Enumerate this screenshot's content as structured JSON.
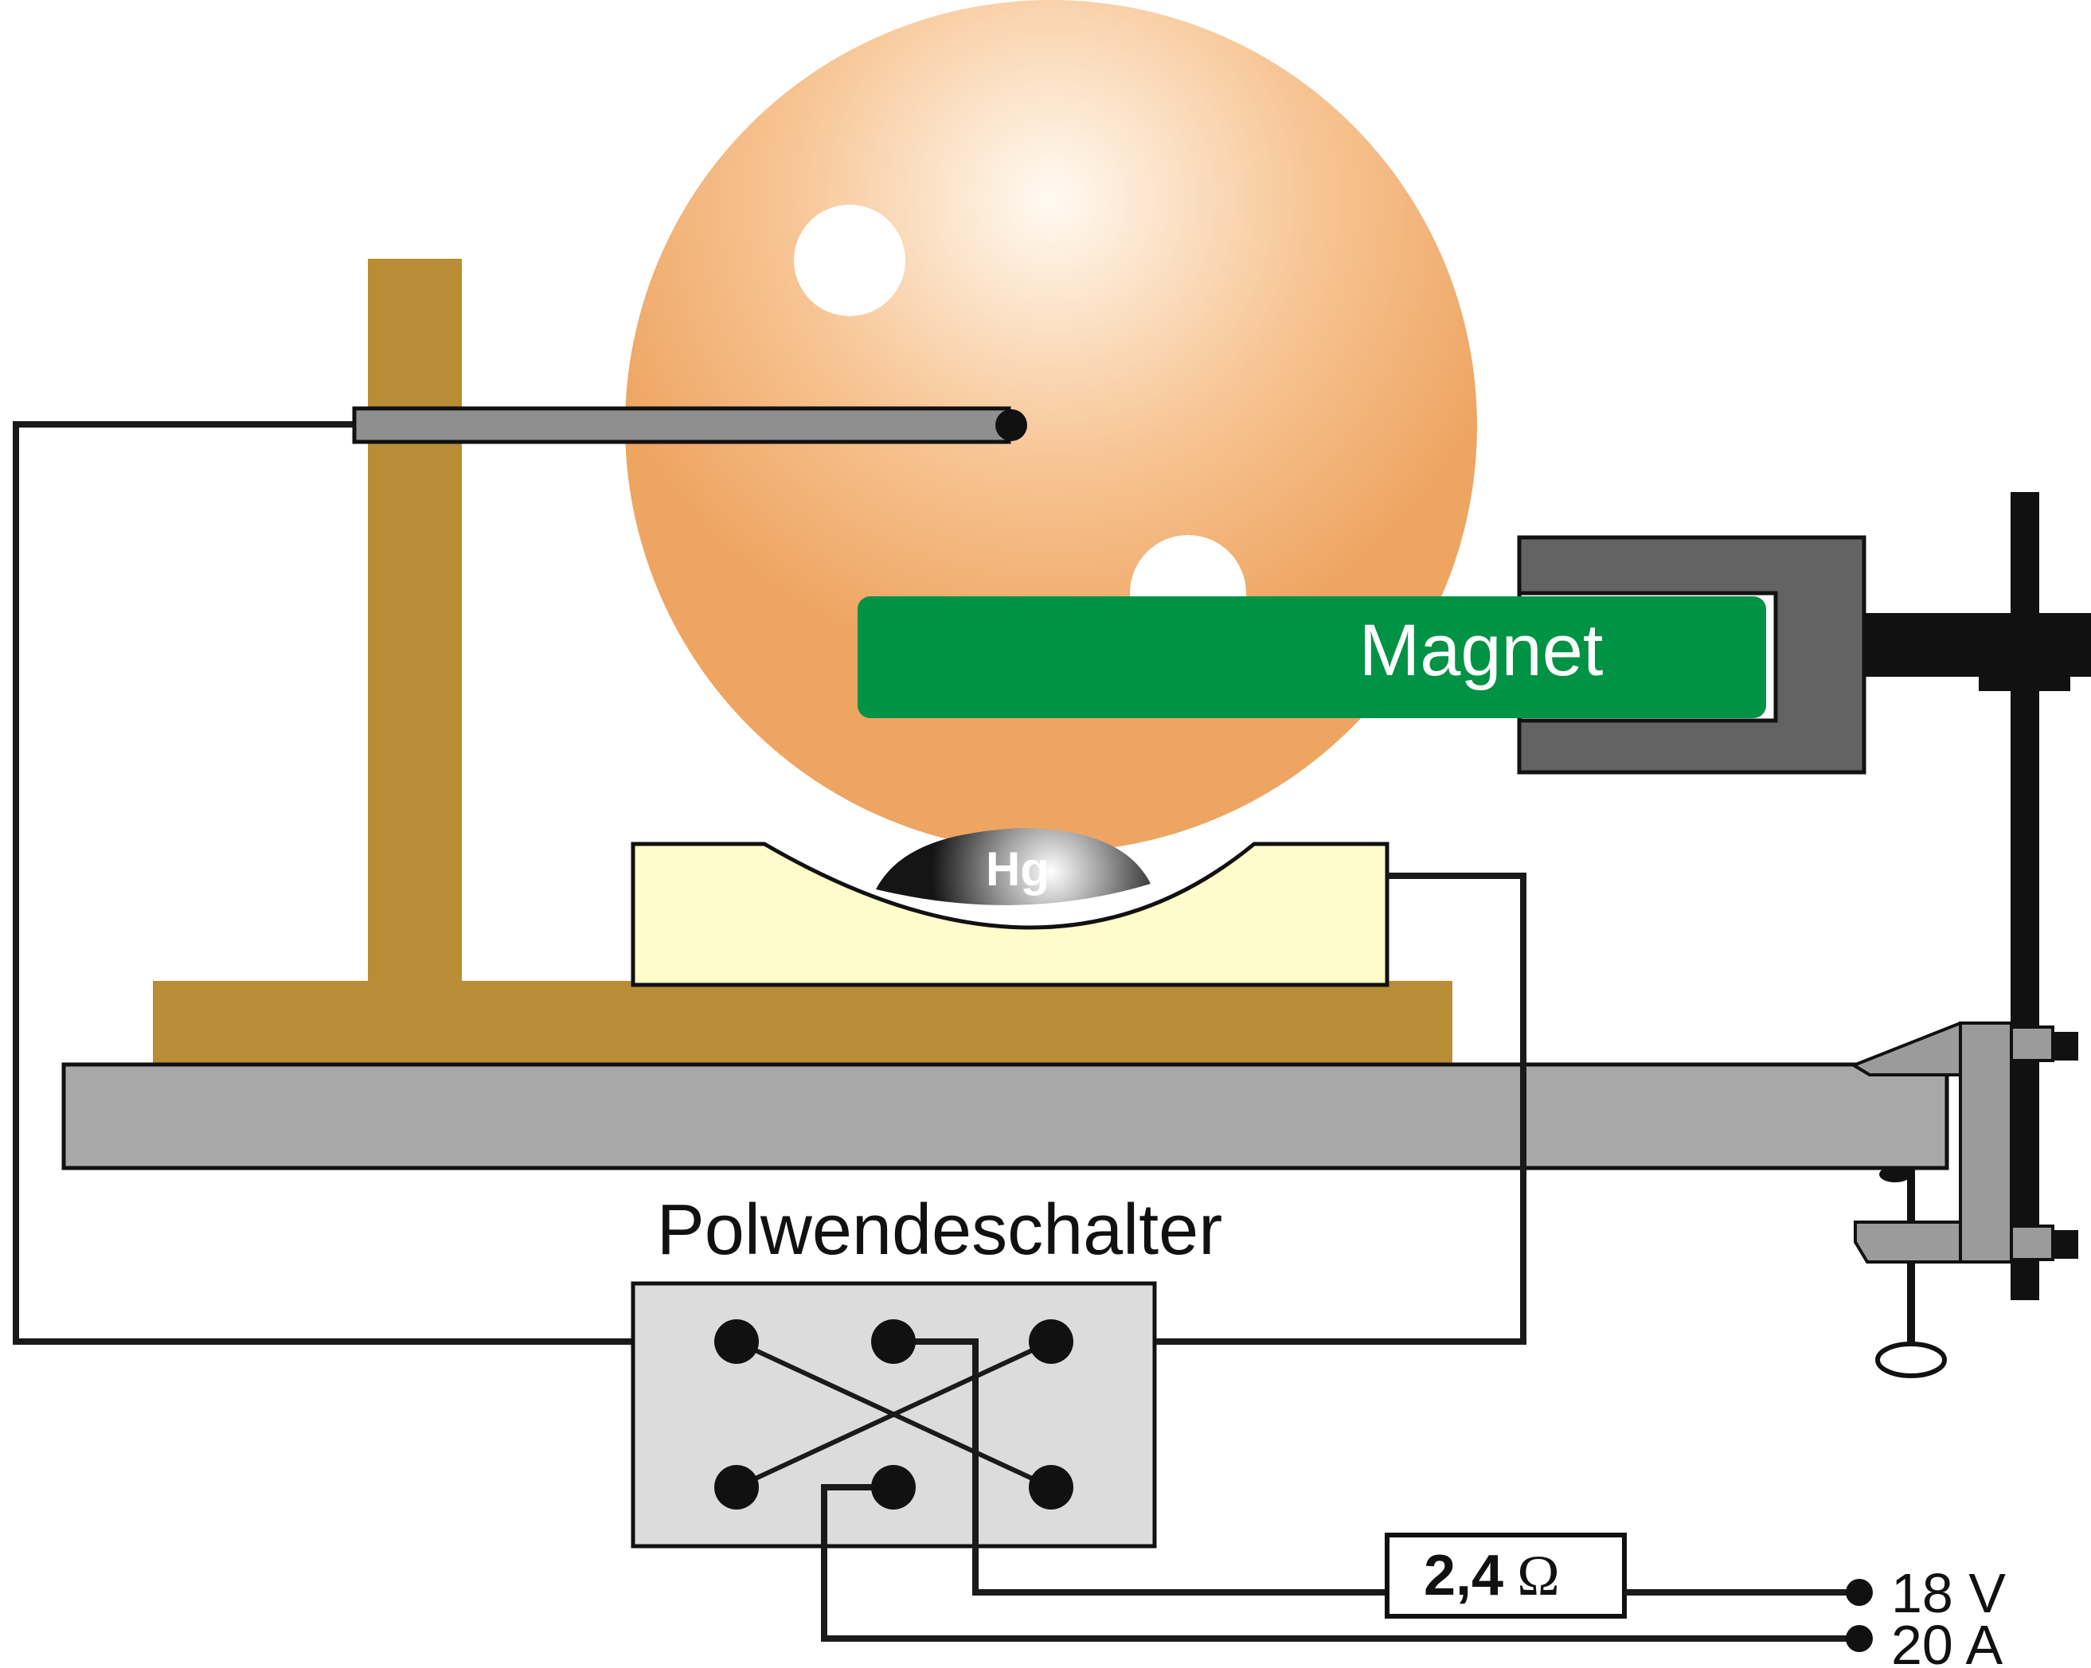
{
  "labels": {
    "magnet": "Magnet",
    "mercury": "Hg",
    "switch": "Polwendeschalter",
    "resistor_value": "2,4",
    "resistor_unit": "Ω",
    "voltage": "18 V",
    "current": "20 A"
  },
  "colors": {
    "sphere_light": "#fffaf2",
    "sphere_mid": "#f7c594",
    "sphere_dark": "#eea562",
    "wood": "#b98d35",
    "magnet_green": "#009245",
    "magnet_yoke": "#636363",
    "trough": "#fefccb",
    "rail": "#a8a8a8",
    "switch_box": "#dcdcdc",
    "wire": "#1a1a1a",
    "clamp": "#9b9b9b"
  },
  "icons": {
    "terminal": "terminal-dot",
    "resistor": "resistor-box"
  }
}
